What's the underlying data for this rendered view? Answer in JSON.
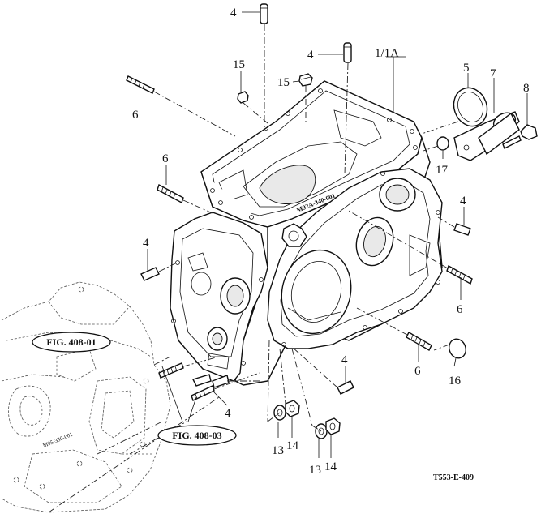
{
  "diagram_code": "T553-E-409",
  "part_labels": {
    "p1": "1/1A",
    "p4a": "4",
    "p4b": "4",
    "p4c": "4",
    "p4d": "4",
    "p4e": "4",
    "p4f": "4",
    "p5": "5",
    "p6a": "6",
    "p6b": "6",
    "p6c": "6",
    "p6d": "6",
    "p7": "7",
    "p8": "8",
    "p13a": "13",
    "p13b": "13",
    "p14a": "14",
    "p14b": "14",
    "p15a": "15",
    "p15b": "15",
    "p16": "16",
    "p17": "17"
  },
  "figure_refs": {
    "ref1": "FIG. 408-01",
    "ref2": "FIG. 408-03"
  },
  "casting_marks": {
    "main": "M92A-340-001",
    "ghost": "M95-330-001"
  }
}
